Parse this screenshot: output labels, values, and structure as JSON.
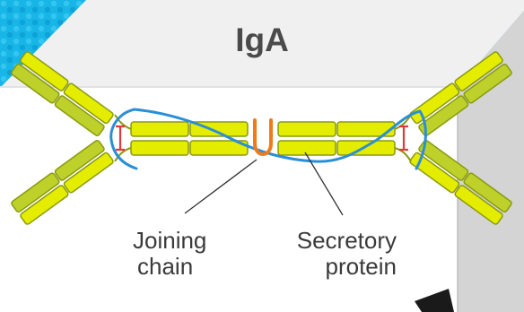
{
  "diagram": {
    "title": "IgA",
    "labels": {
      "joining_chain": [
        "Joining",
        "chain"
      ],
      "secretory_protein": [
        "Secretory",
        "protein"
      ]
    }
  },
  "colors": {
    "background": "#17b6e6",
    "box_front": "#ffffff",
    "box_top": "#eeeeee",
    "box_side": "#cfcfcf",
    "heavy_chain": "#e4ec00",
    "light_chain": "#bdd12a",
    "chain_stroke": "#8a9a10",
    "secretory_protein": "#2b8fd6",
    "joining_chain": "#ef7a1a",
    "disulfide": "#e23a3a",
    "label_text": "#3a3a3a"
  }
}
